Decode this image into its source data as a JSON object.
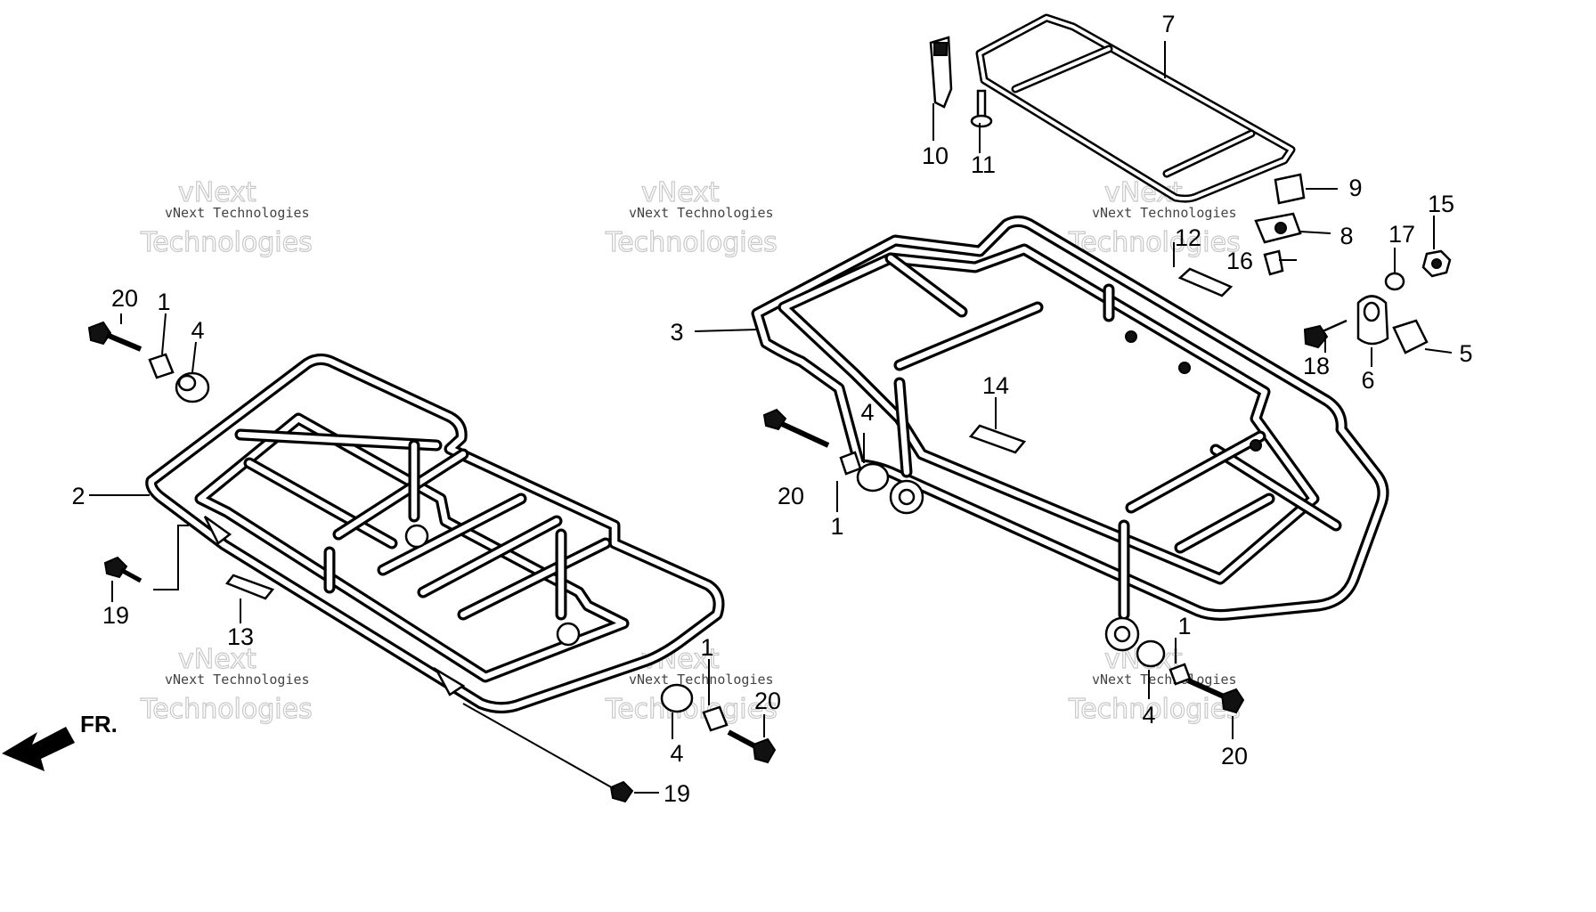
{
  "watermark": {
    "line1": "vNext",
    "line2": "vNext Technologies",
    "line3": "Technologies"
  },
  "direction_label": "FR.",
  "callouts": {
    "c1a": "1",
    "c1b": "1",
    "c1c": "1",
    "c1d": "1",
    "c2": "2",
    "c3": "3",
    "c4a": "4",
    "c4b": "4",
    "c4c": "4",
    "c4d": "4",
    "c5": "5",
    "c6": "6",
    "c7": "7",
    "c8": "8",
    "c9": "9",
    "c10": "10",
    "c11": "11",
    "c12": "12",
    "c13": "13",
    "c14": "14",
    "c15": "15",
    "c16": "16",
    "c17": "17",
    "c18": "18",
    "c19a": "19",
    "c19b": "19",
    "c20a": "20",
    "c20b": "20",
    "c20c": "20",
    "c20d": "20"
  }
}
